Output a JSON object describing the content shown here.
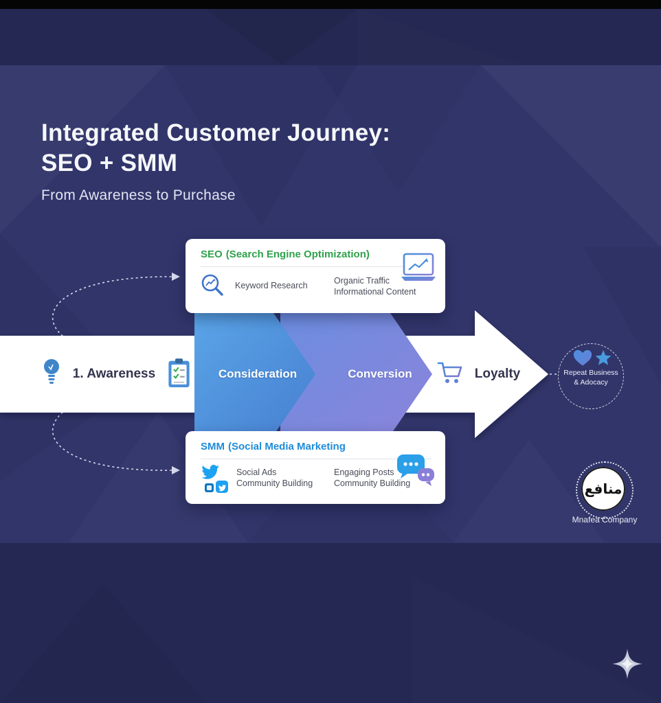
{
  "header": {
    "title_line1": "Integrated Customer Journey:",
    "title_line2": "SEO + SMM",
    "subtitle": "From Awareness to Purchase"
  },
  "journey": {
    "awareness_label": "1. Awareness",
    "consideration_label": "Consideration",
    "conversion_label": "Conversion",
    "loyalty_label": "Loyalty",
    "outcome_line1": "Repeat Business",
    "outcome_line2": "& Adocacy"
  },
  "seo_card": {
    "abbr": "SEO",
    "title_rest": "(Search Engine Optimization)",
    "item1": "Keyword Research",
    "item2_line1": "Organic Traffic",
    "item2_line2": "Informational Content"
  },
  "smm_card": {
    "abbr": "SMM",
    "title_rest": "(Social Media Marketing",
    "item1_line1": "Social Ads",
    "item1_line2": "Community Building",
    "item2_line1": "Engaging Posts",
    "item2_line2": "Community Building"
  },
  "logo": {
    "calligraphy": "منافع",
    "company_name": "Mnafea Company"
  },
  "colors": {
    "background": "#31356a",
    "seo_green": "#2fa14c",
    "smm_blue": "#1e8bd9",
    "chevron_blue": "#4f93d9",
    "chevron_purple": "#7e85d6"
  }
}
